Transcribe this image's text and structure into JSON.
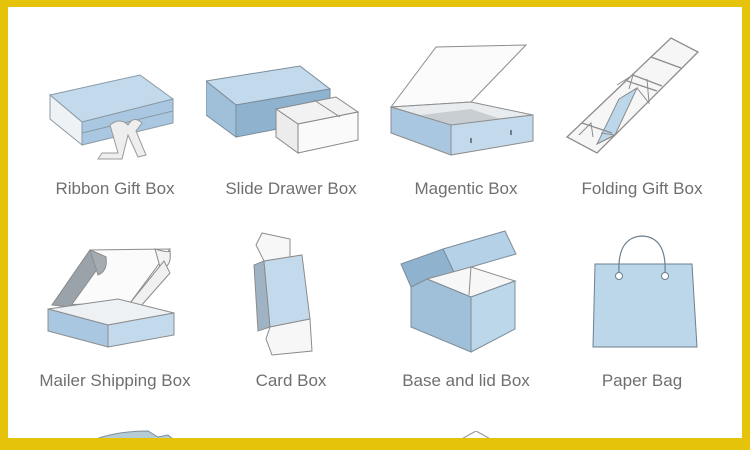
{
  "page": {
    "border_color": "#e5c30a",
    "background": "#ffffff",
    "accent_blue": "#b5d1e8",
    "text_color": "#6f6f6f"
  },
  "items": [
    {
      "label": "Ribbon Gift Box",
      "icon": "ribbon-gift-box-icon"
    },
    {
      "label": "Slide Drawer Box",
      "icon": "slide-drawer-box-icon"
    },
    {
      "label": "Magentic Box",
      "icon": "magnetic-box-icon"
    },
    {
      "label": "Folding Gift Box",
      "icon": "folding-gift-box-icon"
    },
    {
      "label": "Mailer Shipping Box",
      "icon": "mailer-shipping-box-icon"
    },
    {
      "label": "Card Box",
      "icon": "card-box-icon"
    },
    {
      "label": "Base and lid Box",
      "icon": "base-and-lid-box-icon"
    },
    {
      "label": "Paper Bag",
      "icon": "paper-bag-icon"
    }
  ]
}
